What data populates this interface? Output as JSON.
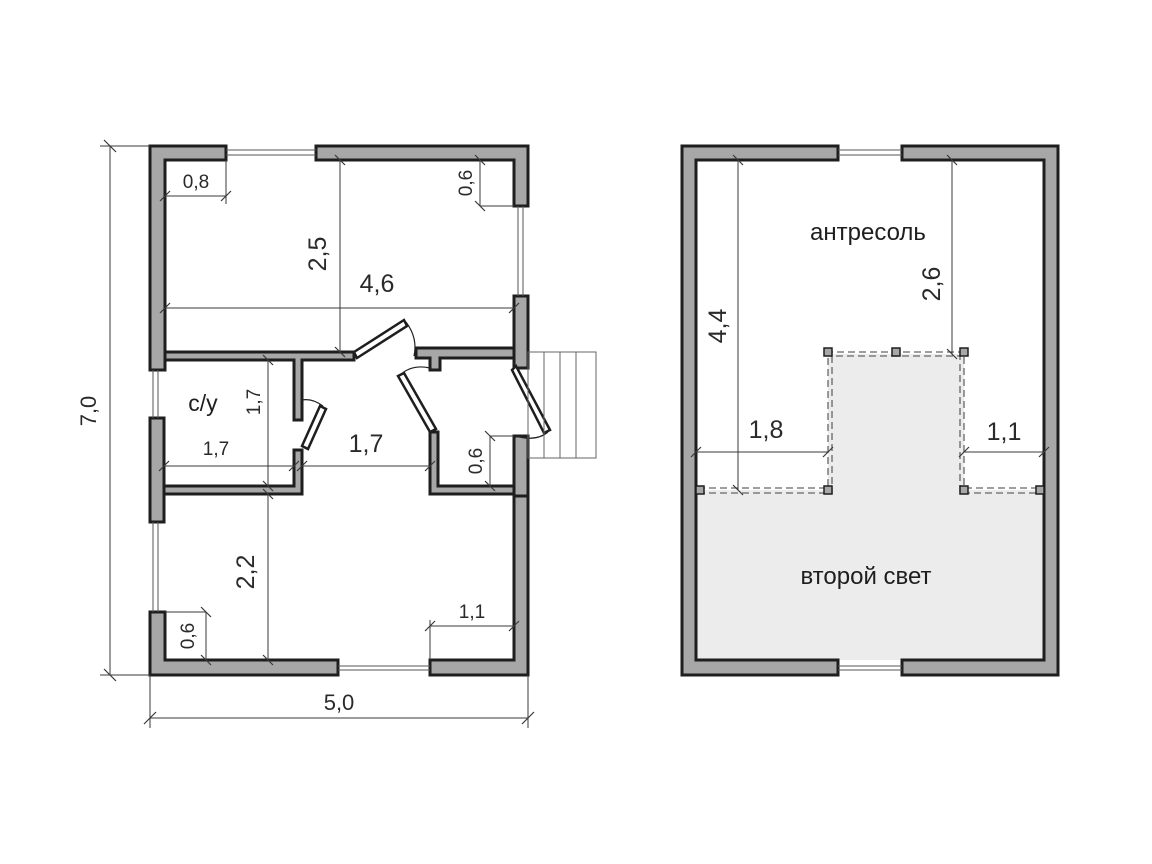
{
  "ground_floor": {
    "overall_width": "5,0",
    "overall_depth": "7,0",
    "dims": {
      "top_left_window": "0,8",
      "top_right_window": "0,6",
      "room1_depth": "2,5",
      "room1_width": "4,6",
      "wc_label": "с/у",
      "wc_depth": "1,7",
      "wc_width": "1,7",
      "hall_width": "1,7",
      "vestibule_window": "0,6",
      "room2_depth": "2,2",
      "bottom_left_window": "0,6",
      "bottom_right_window": "1,1"
    }
  },
  "upper_floor": {
    "mezzanine_label": "антресоль",
    "double_height_label": "второй свет",
    "dims": {
      "left_depth": "4,4",
      "right_depth": "2,6",
      "left_width": "1,8",
      "right_width": "1,1"
    }
  },
  "colors": {
    "wall_fill": "#a7a7a7",
    "wall_stroke": "#1e1e1e",
    "void_fill": "#ececec"
  }
}
